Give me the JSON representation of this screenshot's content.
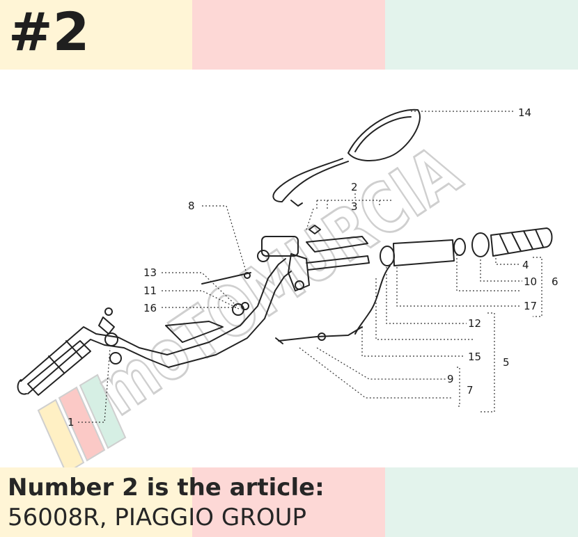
{
  "colors": {
    "yellow": "#fff5d6",
    "pink": "#fdd8d6",
    "mint": "#e3f3ec",
    "watermark": "#d9d9d9",
    "ink": "#262626"
  },
  "badge": {
    "text": "#2"
  },
  "article": {
    "heading": "Number 2 is the article:",
    "detail": "56008R, PIAGGIO GROUP"
  },
  "watermark": {
    "text": "moTOMURCIA"
  },
  "callouts": [
    {
      "id": "14",
      "text": "14"
    },
    {
      "id": "2",
      "text": "2"
    },
    {
      "id": "3",
      "text": "3"
    },
    {
      "id": "8",
      "text": "8"
    },
    {
      "id": "13",
      "text": "13"
    },
    {
      "id": "11",
      "text": "11"
    },
    {
      "id": "16",
      "text": "16"
    },
    {
      "id": "1",
      "text": "1"
    },
    {
      "id": "4",
      "text": "4"
    },
    {
      "id": "10",
      "text": "10"
    },
    {
      "id": "6",
      "text": "6"
    },
    {
      "id": "17",
      "text": "17"
    },
    {
      "id": "12",
      "text": "12"
    },
    {
      "id": "15",
      "text": "15"
    },
    {
      "id": "5",
      "text": "5"
    },
    {
      "id": "9",
      "text": "9"
    },
    {
      "id": "7",
      "text": "7"
    }
  ]
}
